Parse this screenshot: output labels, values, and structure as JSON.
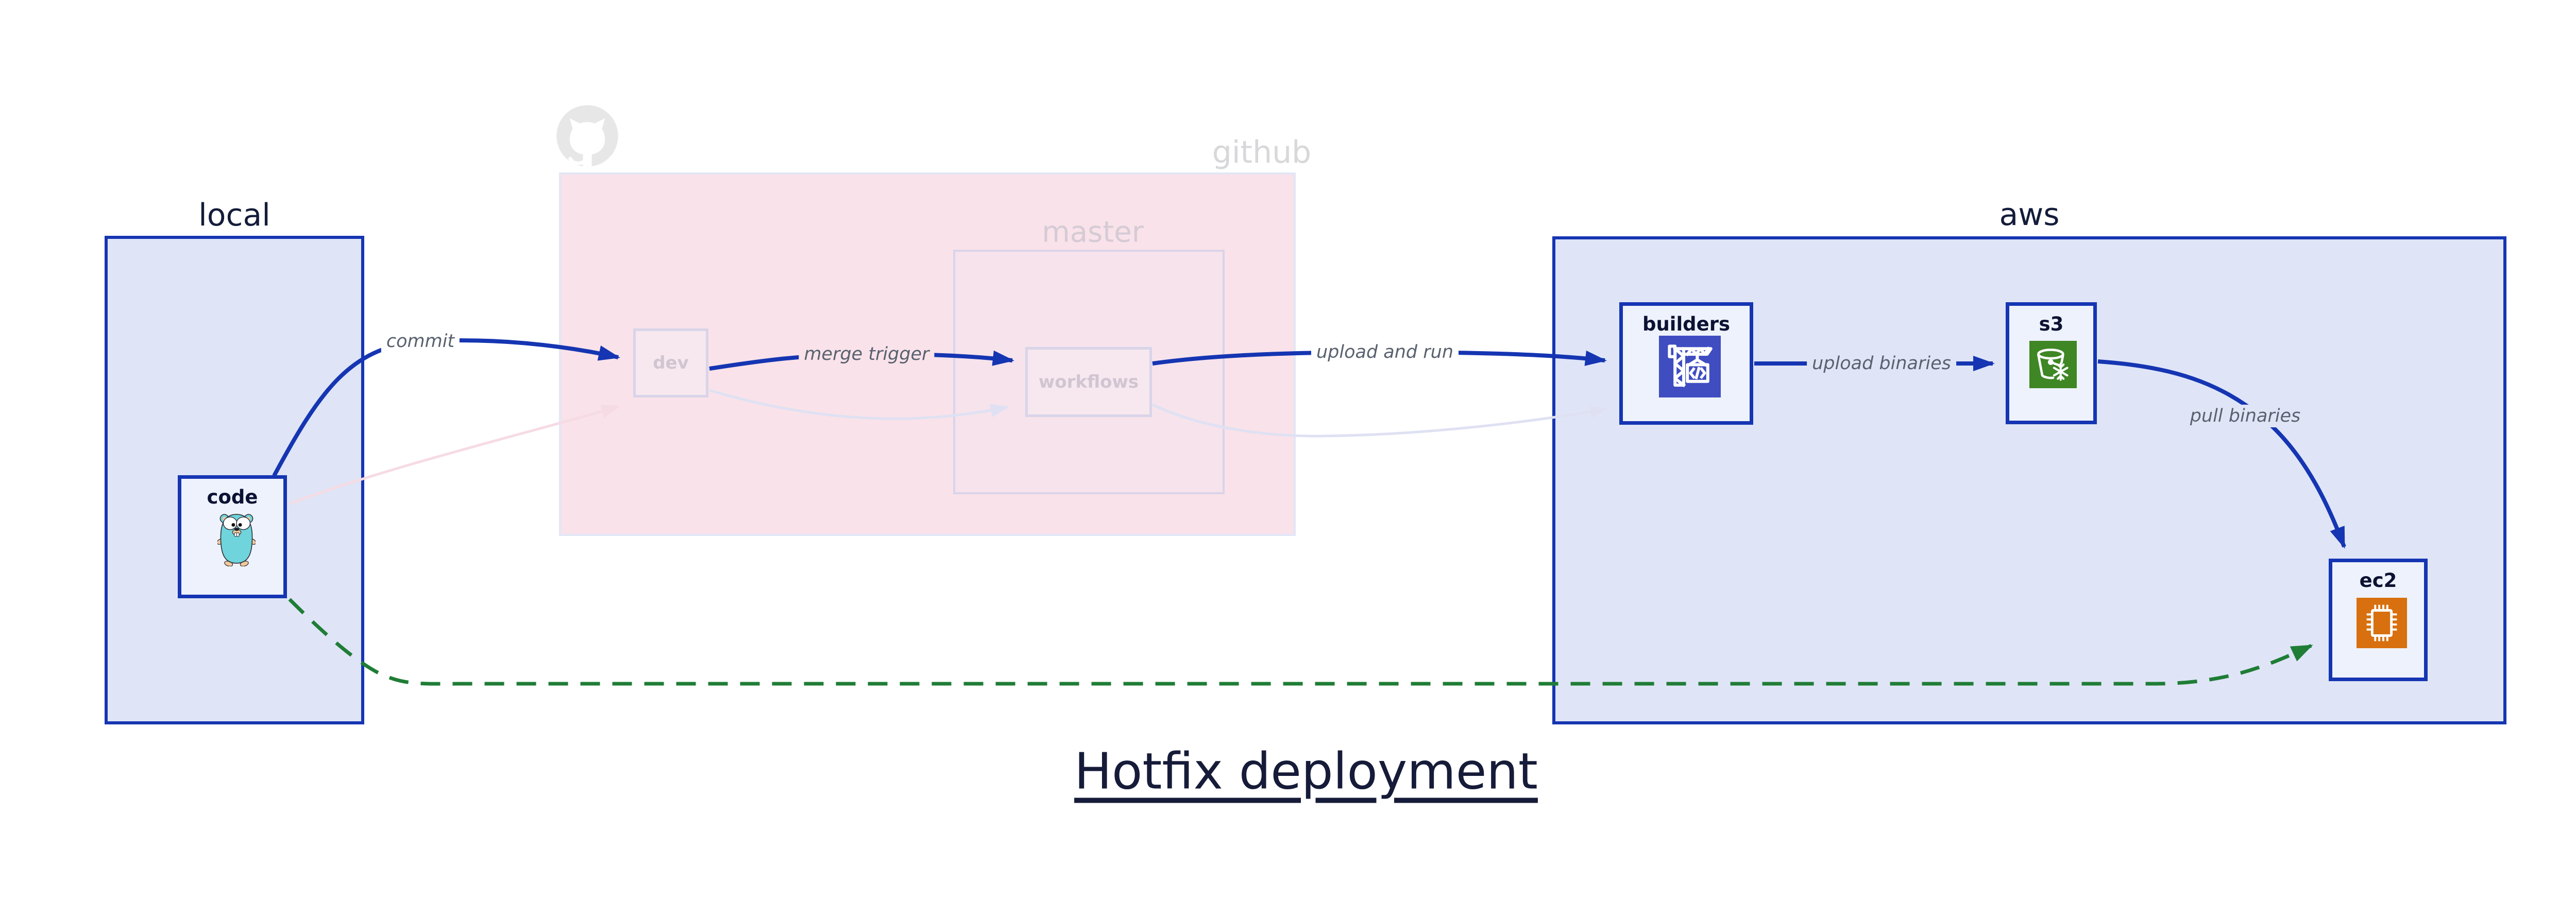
{
  "title": "Hotfix deployment",
  "regions": {
    "local": {
      "label": "local"
    },
    "github": {
      "label": "github"
    },
    "master": {
      "label": "master"
    },
    "aws": {
      "label": "aws"
    }
  },
  "nodes": {
    "code": {
      "label": "code",
      "icon": "go-gopher-icon"
    },
    "dev": {
      "label": "dev",
      "state": "faded"
    },
    "workflows": {
      "label": "workflows",
      "state": "faded"
    },
    "builders": {
      "label": "builders",
      "icon": "codebuild-crane-icon"
    },
    "s3": {
      "label": "s3",
      "icon": "s3-glacier-bucket-icon"
    },
    "ec2": {
      "label": "ec2",
      "icon": "ec2-chip-icon"
    }
  },
  "edges": {
    "commit": {
      "label": "commit",
      "from": "code",
      "to": "dev",
      "style": "solid-blue"
    },
    "merge_trigger": {
      "label": "merge trigger",
      "from": "dev",
      "to": "workflows",
      "style": "solid-blue"
    },
    "upload_and_run": {
      "label": "upload and run",
      "from": "workflows",
      "to": "builders",
      "style": "solid-blue"
    },
    "upload_binaries": {
      "label": "upload binaries",
      "from": "builders",
      "to": "s3",
      "style": "solid-blue"
    },
    "pull_binaries": {
      "label": "pull binaries",
      "from": "s3",
      "to": "ec2",
      "style": "solid-blue"
    },
    "hotfix_direct": {
      "label": "",
      "from": "code",
      "to": "ec2",
      "style": "dashed-green"
    },
    "faded_normal_path": [
      {
        "from": "code",
        "to": "dev"
      },
      {
        "from": "dev",
        "to": "workflows"
      },
      {
        "from": "workflows",
        "to": "builders"
      }
    ]
  },
  "colors": {
    "accent_blue": "#1535b2",
    "container_fill_blue": "#dfe5f7",
    "node_fill": "#eef2fc",
    "github_fill_pink": "#f9e2e9",
    "faded_border": "#d9d4e9",
    "faded_node_fill": "#f7e8ef",
    "faded_label": "#d1c5d2",
    "faded_edge_lavender": "#dfe1f3",
    "faded_edge_pink": "#f6dbe4",
    "hotfix_green": "#1f7d36",
    "edge_label_gray": "#59616f",
    "title_navy": "#151b38",
    "codebuild_icon_bg": "#3f4dc1",
    "s3_glacier_icon_bg": "#3f8624",
    "ec2_icon_bg": "#d8700f",
    "gopher_teal": "#6fd4db",
    "github_logo_gray": "#e7e7e7"
  }
}
